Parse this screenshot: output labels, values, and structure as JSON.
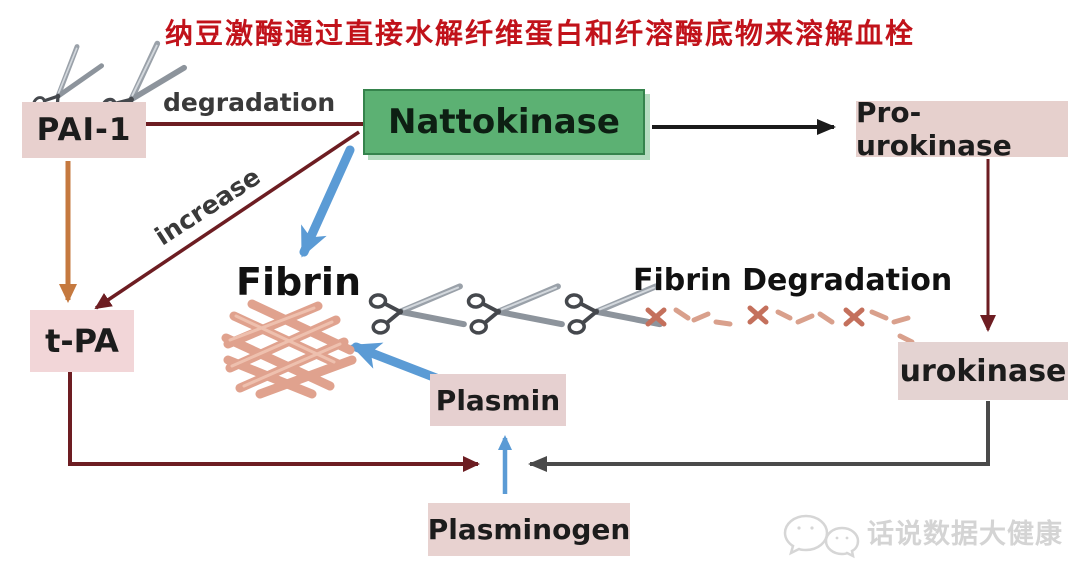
{
  "title": {
    "text": "纳豆激酶通过直接水解纤维蛋白和纤溶酶底物来溶解血栓",
    "color": "#c1121a"
  },
  "diagram": {
    "nodes": {
      "pai1": "PAI-1",
      "nattokinase": "Nattokinase",
      "pro_urokinase": "Pro-urokinase",
      "tpa": "t-PA",
      "plasmin": "Plasmin",
      "urokinase": "urokinase",
      "plasminogen": "Plasminogen"
    },
    "labels": {
      "degradation": "degradation",
      "increase": "increase",
      "fibrin": "Fibrin",
      "fibrin_degradation": "Fibrin Degradation"
    },
    "icons": {
      "scissors_top_left": "scissors-icon x2",
      "scissors_middle": "scissors-icon x3",
      "fibrin_mesh": "fibrin-mesh-illustration",
      "fragments": "fibrin-fragment-marks"
    },
    "colors": {
      "node_pink": "#e9d2d0",
      "nattokinase_green": "#5cb173",
      "arrow_maroon": "#6d1d22",
      "arrow_orange": "#c5793f",
      "arrow_blue": "#5b9bd5",
      "arrow_black": "#1a1a1a",
      "arrow_gray": "#4a4a4a",
      "fibrin_strand": "#e0a28e",
      "title_red": "#c1121a"
    }
  },
  "watermark": {
    "text": "话说数据大健康",
    "icon": "wechat-icon"
  }
}
